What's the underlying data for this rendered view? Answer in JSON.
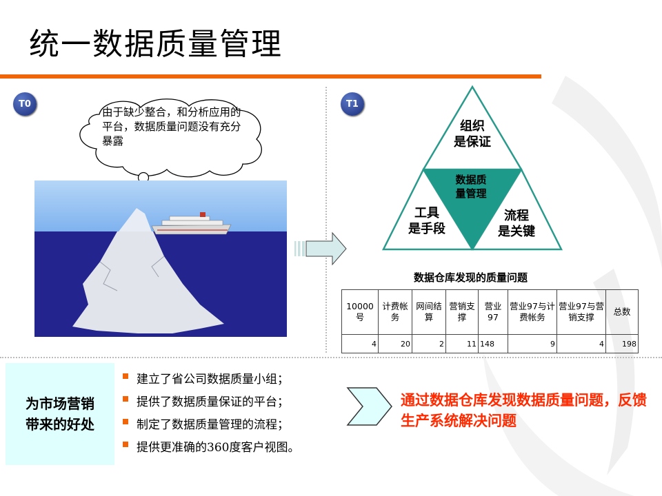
{
  "slide": {
    "title": "统一数据质量管理",
    "badges": {
      "t0": "T0",
      "t1": "T1"
    },
    "cloud_text": "由于缺少整合，和分析应用的平台，数据质量问题没有充分暴露",
    "triangle": {
      "top": "组织\n是保证",
      "left": "工具\n是手段",
      "right": "流程\n是关键",
      "center": "数据质\n量管理",
      "color_border": "#2a9a8c",
      "color_center": "#1e9a8a"
    },
    "table": {
      "title": "数据仓库发现的质量问题",
      "headers": [
        "10000号",
        "计费帐务",
        "网间结算",
        "营销支撑",
        "营业97",
        "营业97与计费帐务",
        "营业97与营销支撑",
        "总数"
      ],
      "values": [
        "4",
        "20",
        "2",
        "11",
        "148",
        "9",
        "4",
        "198"
      ]
    },
    "benefit": {
      "label": "为市场营销\n带来的好处"
    },
    "bullets": [
      "建立了省公司数据质量小组；",
      "提供了数据质量保证的平台；",
      "制定了数据质量管理的流程；",
      "提供更准确的360度客户视图。"
    ],
    "conclusion": "通过数据仓库发现数据质量问题，反馈生产系统解决问题",
    "colors": {
      "accent": "#f0640a",
      "badge": "#1a2d7a",
      "conclusion": "#ff2a00"
    }
  }
}
